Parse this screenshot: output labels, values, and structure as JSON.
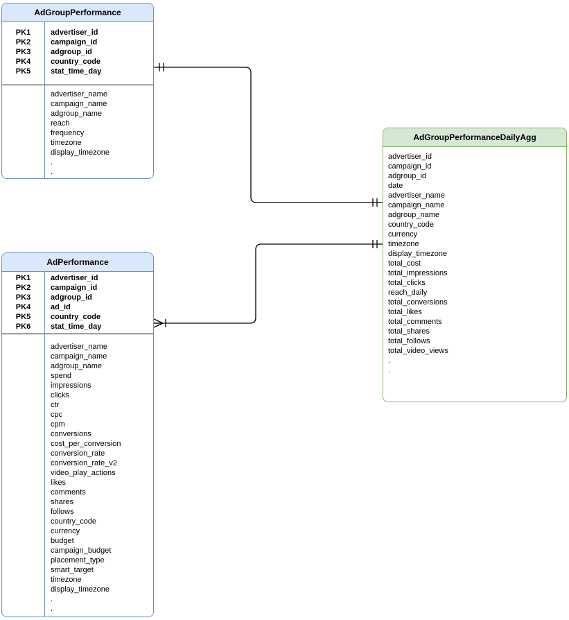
{
  "diagram": {
    "type": "entity-relationship",
    "colors": {
      "blue_fill": "#dae8fc",
      "blue_stroke": "#6c8ebf",
      "green_fill": "#d5e8d4",
      "green_stroke": "#82b366",
      "line": "#000000",
      "background": "#ffffff"
    },
    "tables": [
      {
        "title": "AdGroupPerformance",
        "theme": "blue",
        "primary_keys": [
          {
            "label": "PK1",
            "field": "advertiser_id"
          },
          {
            "label": "PK2",
            "field": "campaign_id"
          },
          {
            "label": "PK3",
            "field": "adgroup_id"
          },
          {
            "label": "PK4",
            "field": "country_code"
          },
          {
            "label": "PK5",
            "field": "stat_time_day"
          }
        ],
        "fields": [
          "advertiser_name",
          "campaign_name",
          "adgroup_name",
          "reach",
          "frequency",
          "timezone",
          "display_timezone",
          ".",
          "."
        ]
      },
      {
        "title": "AdPerformance",
        "theme": "blue",
        "primary_keys": [
          {
            "label": "PK1",
            "field": "advertiser_id"
          },
          {
            "label": "PK2",
            "field": "campaign_id"
          },
          {
            "label": "PK3",
            "field": "adgroup_id"
          },
          {
            "label": "PK4",
            "field": "ad_id"
          },
          {
            "label": "PK5",
            "field": "country_code"
          },
          {
            "label": "PK6",
            "field": "stat_time_day"
          }
        ],
        "fields": [
          "advertiser_name",
          "campaign_name",
          "adgroup_name",
          "spend",
          "impressions",
          "clicks",
          "ctr",
          "cpc",
          "cpm",
          "conversions",
          "cost_per_conversion",
          "conversion_rate",
          "conversion_rate_v2",
          "video_play_actions",
          "likes",
          "comments",
          "shares",
          "follows",
          "country_code",
          "currency",
          "budget",
          "campaign_budget",
          "placement_type",
          "smart_target",
          "timezone",
          "display_timezone",
          ".",
          "."
        ]
      },
      {
        "title": "AdGroupPerformanceDailyAgg",
        "theme": "green",
        "primary_keys": [],
        "fields": [
          "advertiser_id",
          "campaign_id",
          "adgroup_id",
          "date",
          "advertiser_name",
          "campaign_name",
          "adgroup_name",
          "country_code",
          "currency",
          "timezone",
          "display_timezone",
          "total_cost",
          "total_impressions",
          "total_clicks",
          "reach_daily",
          "total_conversions",
          "total_likes",
          "total_comments",
          "total_shares",
          "total_follows",
          "total_video_views",
          ".",
          "."
        ]
      }
    ],
    "relationships": [
      {
        "from": "AdGroupPerformance",
        "to": "AdGroupPerformanceDailyAgg",
        "from_cardinality": "one-and-only-one",
        "to_cardinality": "one-and-only-one"
      },
      {
        "from": "AdPerformance",
        "to": "AdGroupPerformanceDailyAgg",
        "from_cardinality": "one-or-many",
        "to_cardinality": "one-and-only-one"
      }
    ]
  }
}
